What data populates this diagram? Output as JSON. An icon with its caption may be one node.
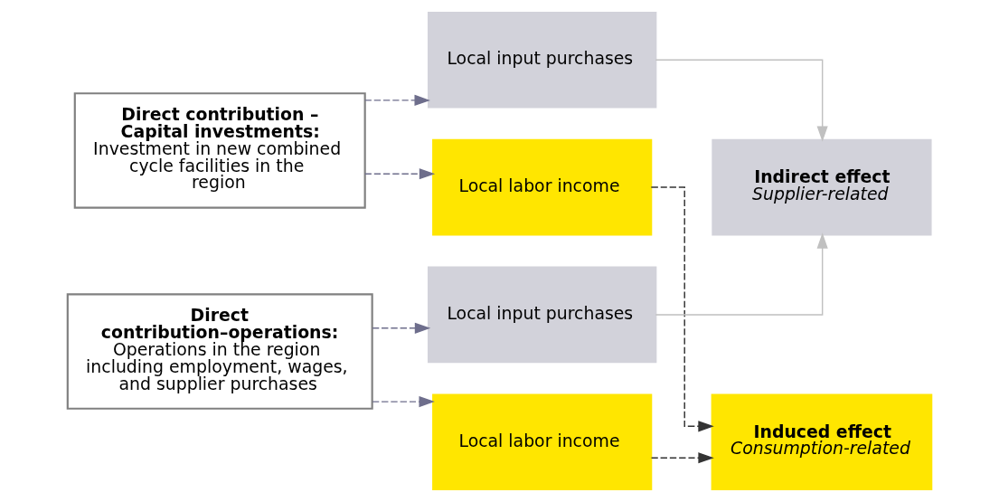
{
  "diagram": {
    "nodes": [
      {
        "text": [
          "Direct contribution – Capital investments:",
          "Investment in new combined cycle facilities in the region"
        ]
      },
      {
        "text": [
          "Local input purchases"
        ]
      },
      {
        "text": [
          "Local labor income"
        ]
      },
      {
        "text": [
          "Indirect effect",
          "Supplier-related"
        ]
      },
      {
        "text": [
          "Direct contribution–operations:",
          "Operations in the region including employment, wages, and supplier purchases"
        ]
      },
      {
        "text": [
          "Local input purchases"
        ]
      },
      {
        "text": [
          "Local labor income"
        ]
      },
      {
        "text": [
          "Induced effect",
          "Consumption-related"
        ]
      }
    ],
    "edges": [
      {
        "from": 0,
        "to": 1,
        "arrow": "to",
        "style": "dashed",
        "color": "#6e6e8c"
      },
      {
        "from": 0,
        "to": 2,
        "arrow": "to",
        "style": "dashed",
        "color": "#6e6e8c"
      },
      {
        "from": 4,
        "to": 5,
        "arrow": "to",
        "style": "dashed",
        "color": "#6e6e8c"
      },
      {
        "from": 4,
        "to": 6,
        "arrow": "to",
        "style": "dashed",
        "color": "#6e6e8c"
      },
      {
        "from": 1,
        "to": 3,
        "arrow": "to",
        "color": "#c0c0c0"
      },
      {
        "from": 5,
        "to": 3,
        "arrow": "to",
        "color": "#c0c0c0"
      },
      {
        "from": 2,
        "to": 7,
        "arrow": "to",
        "style": "dashed",
        "color": "#333333"
      },
      {
        "from": 6,
        "to": 7,
        "arrow": "to",
        "style": "dashed",
        "color": "#333333"
      }
    ]
  }
}
